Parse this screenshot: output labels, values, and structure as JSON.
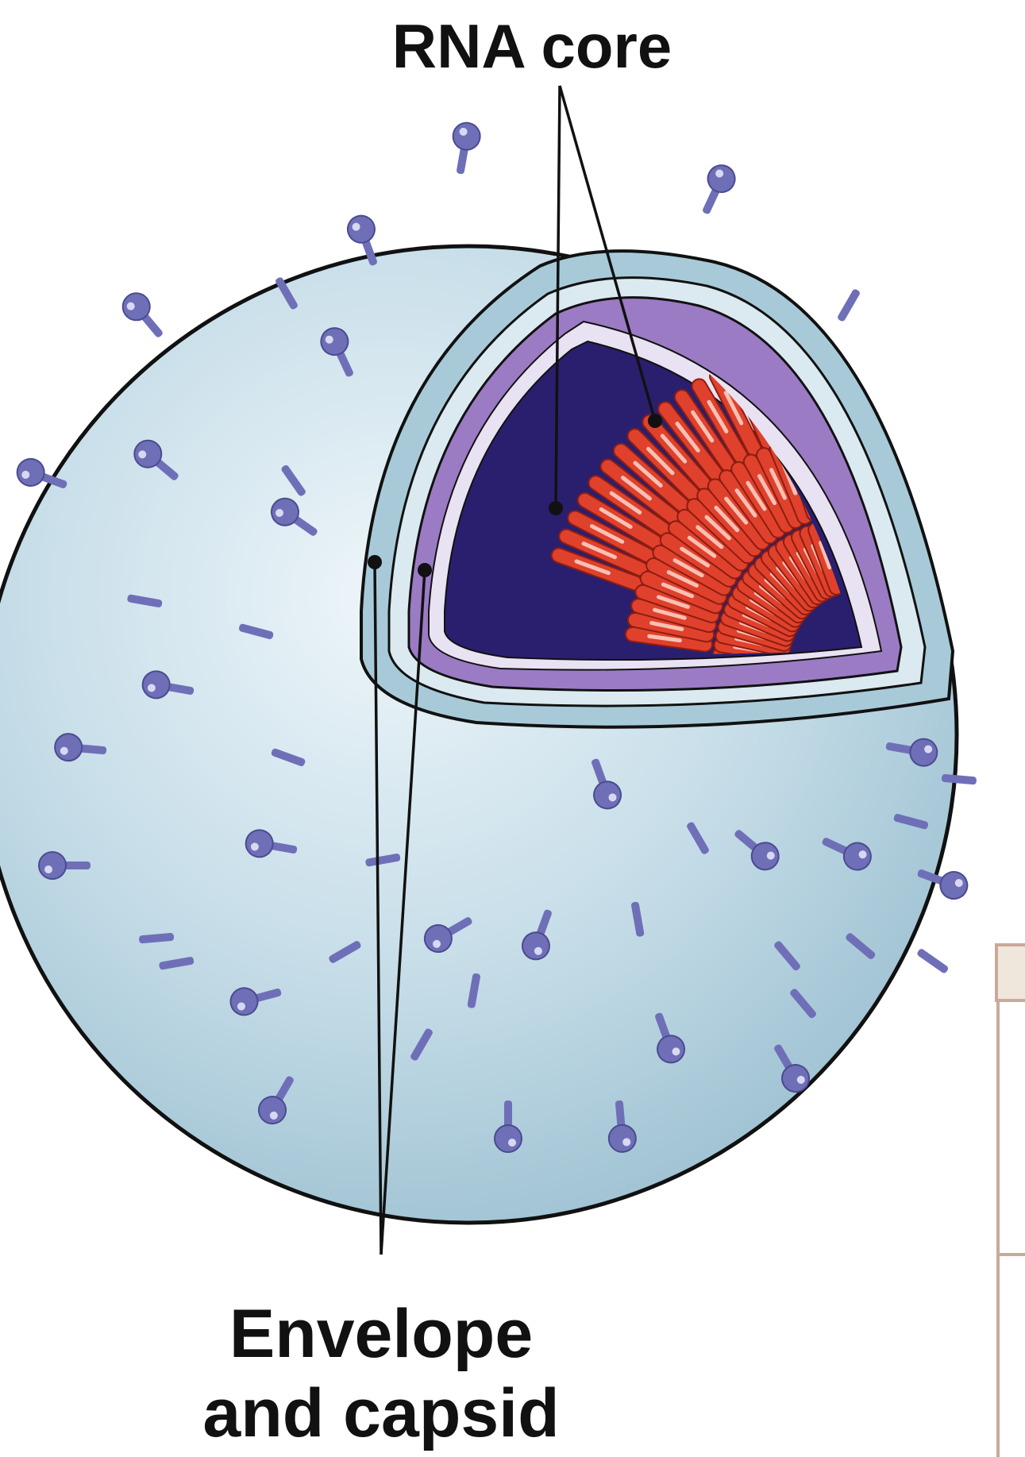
{
  "labels": {
    "rna_core": "RNA core",
    "envelope_line1": "Envelope",
    "envelope_line2": "and capsid"
  },
  "colors": {
    "envelope_fill": "#c9e0ea",
    "envelope_edge": "#9fc3d4",
    "spike": "#6f6fb8",
    "capsid": "#9b7bc4",
    "core_background": "#2a1f6e",
    "rna_coil": "#e0412c",
    "outline": "#111111",
    "table_border": "#c9a99a",
    "table_header": "#efe6dc"
  },
  "icons": {
    "virion": "virus-cutaway-illustration",
    "spike": "glycoprotein-spike-icon"
  }
}
